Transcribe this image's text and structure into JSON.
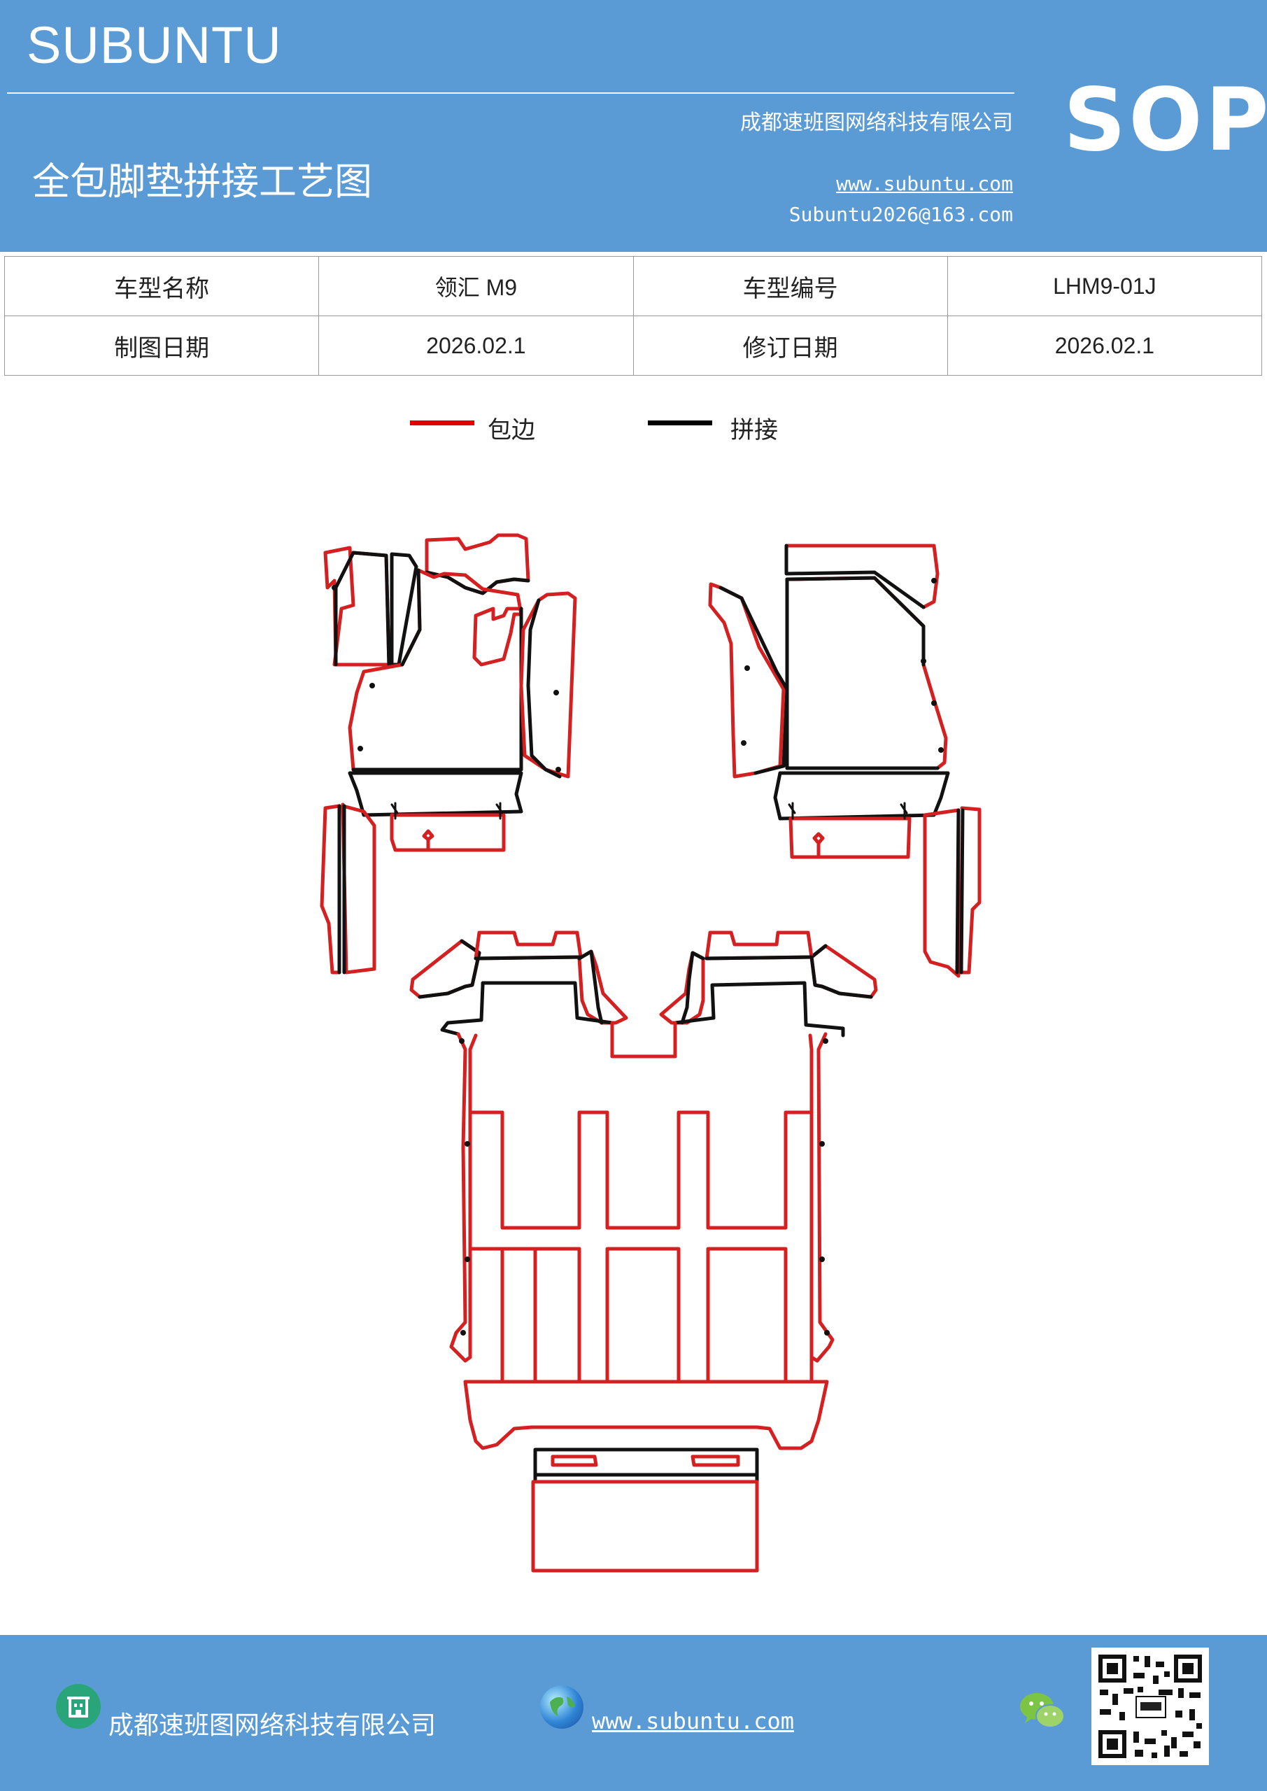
{
  "header": {
    "brand": "SUBUNTU",
    "sop": "SOP",
    "company": "成都速班图网络科技有限公司",
    "title": "全包脚垫拼接工艺图",
    "website": "www.subuntu.com",
    "email": "Subuntu2026@163.com"
  },
  "info_table": {
    "model_name_label": "车型名称",
    "model_name_value": "领汇 M9",
    "model_code_label": "车型编号",
    "model_code_value": "LHM9-01J",
    "draw_date_label": "制图日期",
    "draw_date_value": "2026.02.1",
    "revise_date_label": "修订日期",
    "revise_date_value": "2026.02.1"
  },
  "legend": {
    "edge_label": "包边",
    "edge_color": "#e00000",
    "join_label": "拼接",
    "join_color": "#000000"
  },
  "footer": {
    "company": "成都速班图网络科技有限公司",
    "website": "www.subuntu.com ",
    "icons": [
      "building-icon",
      "globe-icon",
      "wechat-icon",
      "qr-code"
    ]
  },
  "colors": {
    "header_bg": "#5b9bd5",
    "edge": "#d42020",
    "join": "#111111"
  }
}
